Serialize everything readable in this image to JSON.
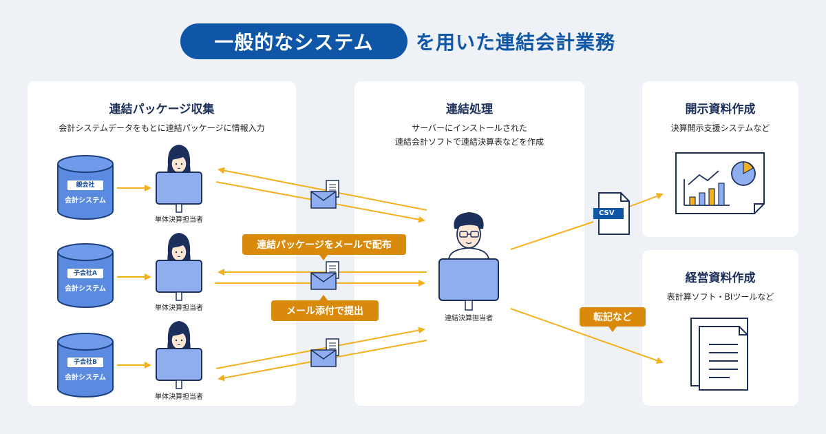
{
  "header": {
    "pill_text": "一般的なシステム",
    "rest_text": "を用いた連結会計業務"
  },
  "panels": {
    "left": {
      "title": "連結パッケージ収集",
      "subtitle": "会計システムデータをもとに連結パッケージに情報入力"
    },
    "middle": {
      "title": "連結処理",
      "subtitle_line1": "サーバーにインストールされた",
      "subtitle_line2": "連結会計ソフトで連結決算表などを作成",
      "person_label": "連結決算担当者"
    },
    "right_top": {
      "title": "開示資料作成",
      "subtitle": "決算開示支援システムなど"
    },
    "right_bottom": {
      "title": "経営資料作成",
      "subtitle": "表計算ソフト・BIツールなど"
    }
  },
  "entities": [
    {
      "tag": "親会社",
      "system": "会計システム",
      "person": "単体決算担当者"
    },
    {
      "tag": "子会社A",
      "system": "会計システム",
      "person": "単体決算担当者"
    },
    {
      "tag": "子会社B",
      "system": "会計システム",
      "person": "単体決算担当者"
    }
  ],
  "callouts": {
    "distribute": "連結パッケージをメールで配布",
    "submit": "メール添付で提出",
    "transcribe": "転記など"
  },
  "file_label": "CSV",
  "colors": {
    "primary": "#0f56a7",
    "accent": "#f2b01e",
    "callout": "#d98a0b",
    "monitor": "#8eaef0",
    "background": "#eef1f5"
  }
}
